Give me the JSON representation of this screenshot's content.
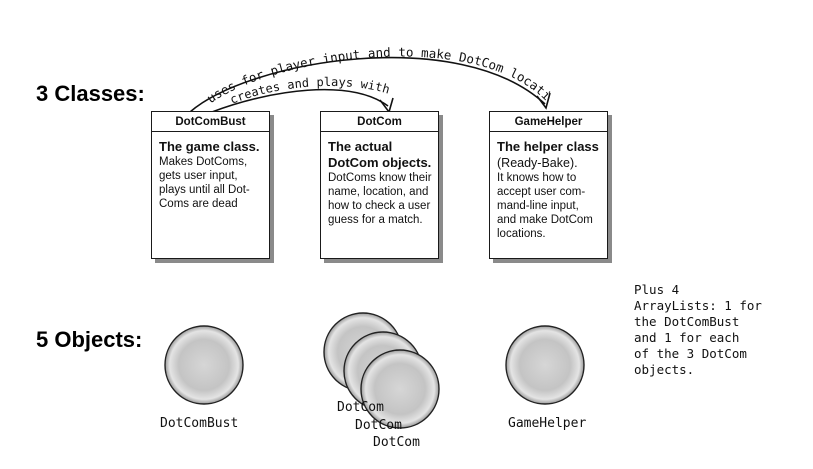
{
  "labels": {
    "classes": "3 Classes:",
    "objects": "5 Objects:"
  },
  "arrows": {
    "outer": "uses for player input and to make DotCom locations",
    "inner": "creates and plays with"
  },
  "classes": [
    {
      "name": "DotComBust",
      "lead": [
        "The game class."
      ],
      "lines": [
        "Makes DotComs,",
        "gets  user input,",
        "plays until all Dot-",
        "Coms are dead"
      ]
    },
    {
      "name": "DotCom",
      "lead": [
        "The actual",
        "DotCom objects."
      ],
      "lines": [
        "DotComs know their",
        "name, location, and",
        "how to check a user",
        "guess for a match."
      ]
    },
    {
      "name": "GameHelper",
      "lead": [
        "The helper class"
      ],
      "lines": [
        "(Ready-Bake).",
        "It knows how to",
        "accept user com-",
        "mand-line input,",
        "and make DotCom",
        "locations."
      ]
    }
  ],
  "objects": [
    {
      "label": "DotComBust"
    },
    {
      "label": "DotCom"
    },
    {
      "label": "DotCom"
    },
    {
      "label": "DotCom"
    },
    {
      "label": "GameHelper"
    }
  ],
  "note": [
    "Plus 4",
    "ArrayLists: 1 for",
    "the DotComBust",
    "and 1 for each",
    "of the 3 DotCom",
    "objects."
  ],
  "colors": {
    "box_border": "#1a1a1a",
    "box_shadow": "#8a8a8a",
    "sphere_light": "#f2f2f2",
    "sphere_mid": "#c8c8c8",
    "sphere_dark": "#8c8c8c"
  }
}
